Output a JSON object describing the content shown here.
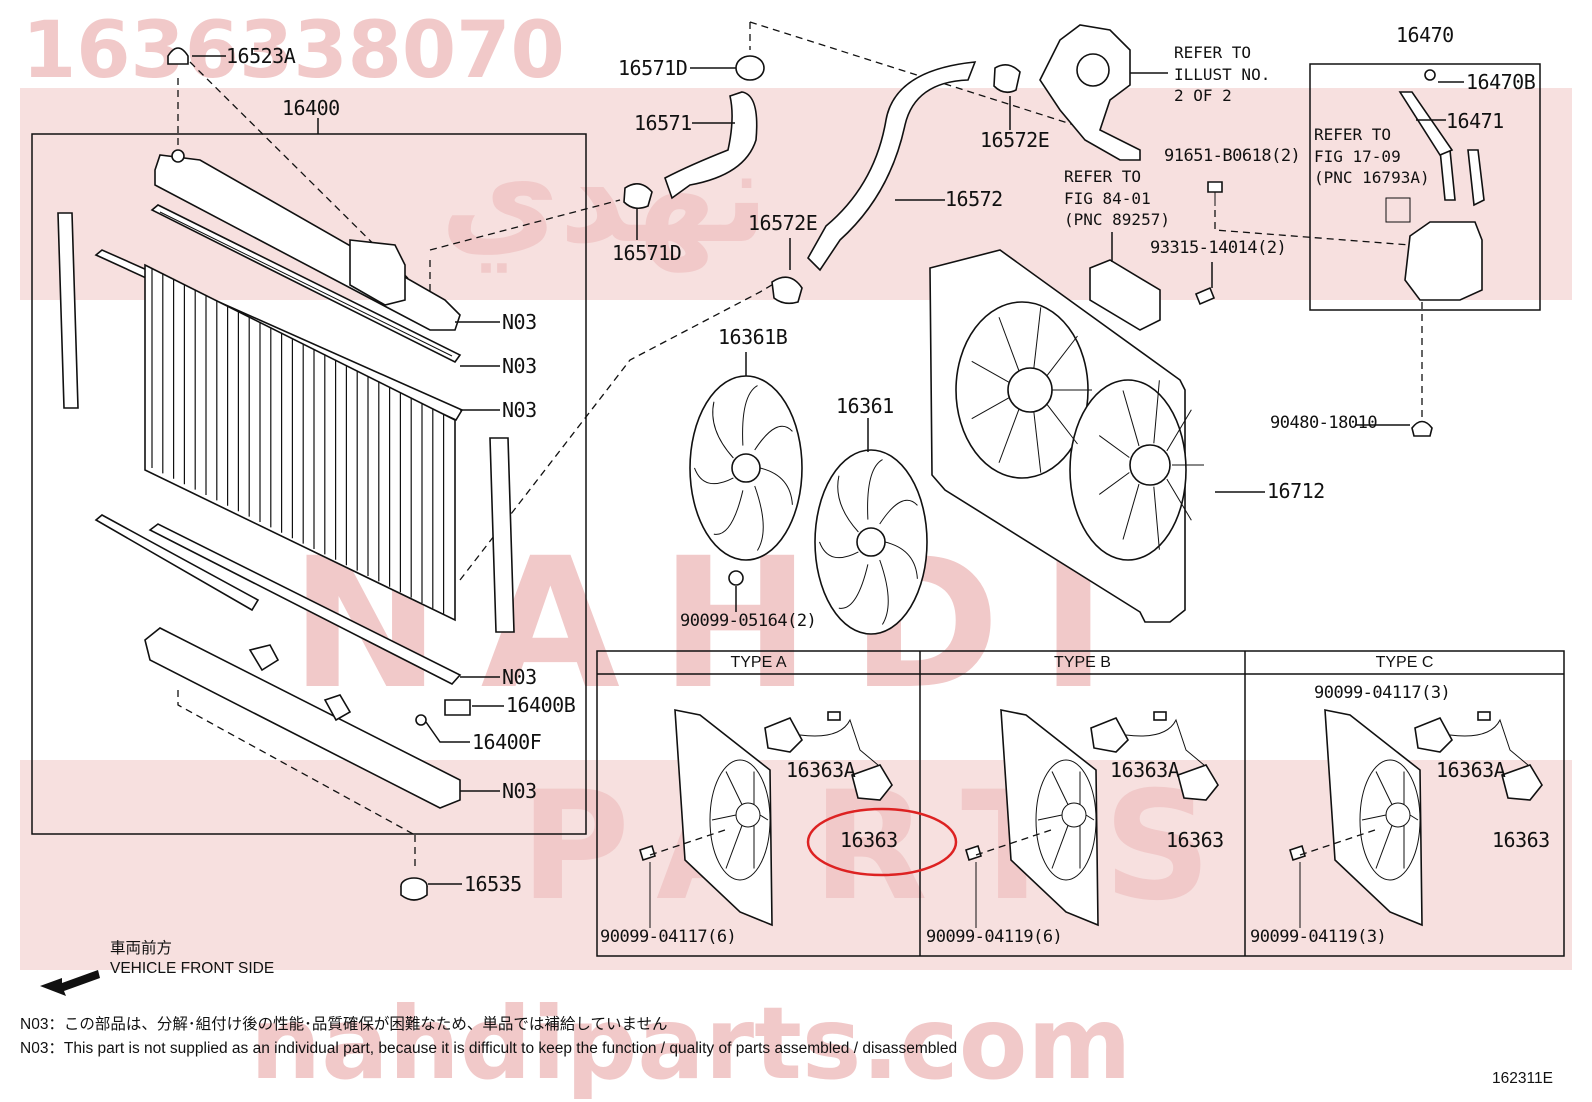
{
  "watermark": {
    "part_number": "1636338070",
    "brand_ar": "نهدي",
    "brand_en": "NAHDI",
    "brand_parts": "PARTS",
    "url": "nahdiparts.com"
  },
  "labels": {
    "p16523A": "16523A",
    "p16400": "16400",
    "p16571D_top": "16571D",
    "p16571": "16571",
    "p16571D_bot": "16571D",
    "p16572E_top": "16572E",
    "p16572": "16572",
    "p16572E_mid": "16572E",
    "p16470": "16470",
    "p16470B": "16470B",
    "p16471": "16471",
    "p91651": "91651-B0618(2)",
    "p93315": "93315-14014(2)",
    "p90480": "90480-18010",
    "p16712": "16712",
    "p16361B": "16361B",
    "p16361": "16361",
    "p90099_05164": "90099-05164(2)",
    "n03_1": "N03",
    "n03_2": "N03",
    "n03_3": "N03",
    "n03_4": "N03",
    "n03_5": "N03",
    "p16400B": "16400B",
    "p16400F": "16400F",
    "p16535": "16535",
    "a_16363A": "16363A",
    "a_16363": "16363",
    "a_90099": "90099-04117(6)",
    "b_16363A": "16363A",
    "b_16363": "16363",
    "b_90099": "90099-04119(6)",
    "c_90099_top": "90099-04117(3)",
    "c_16363A": "16363A",
    "c_16363": "16363",
    "c_90099_bot": "90099-04119(3)"
  },
  "notes": {
    "refer_illust_1": "REFER TO",
    "refer_illust_2": "ILLUST NO.",
    "refer_illust_3": "2 OF 2",
    "refer_fig84_1": "REFER TO",
    "refer_fig84_2": "FIG 84-01",
    "refer_fig84_3": "(PNC 89257)",
    "refer_fig17_1": "REFER TO",
    "refer_fig17_2": "FIG 17-09",
    "refer_fig17_3": "(PNC 16793A)"
  },
  "types": {
    "a": "TYPE A",
    "b": "TYPE B",
    "c": "TYPE C"
  },
  "front": {
    "jp": "車両前方",
    "en": "VEHICLE FRONT SIDE"
  },
  "footer": {
    "jp": "N03：この部品は、分解･組付け後の性能･品質確保が困難なため、単品では補給していません",
    "en": "N03：This part is not supplied as an individual part, because it is difficult to keep the function / quality of parts assembled / disassembled"
  },
  "figure_id": "162311E",
  "colors": {
    "highlight": "#dd2222",
    "watermark": "#f1c9c9",
    "band": "#f7e0df",
    "line": "#111111"
  }
}
